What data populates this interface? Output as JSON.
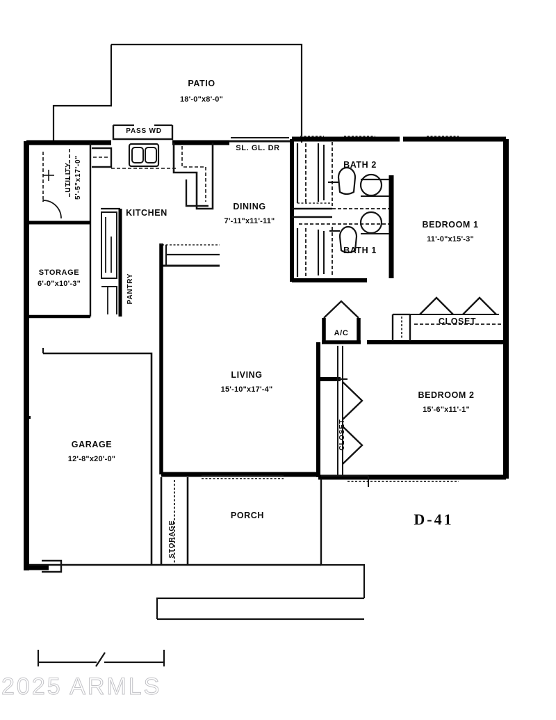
{
  "document": {
    "type": "residential-floor-plan",
    "plan_code": "D-41",
    "watermark": "2025 ARMLS"
  },
  "rooms": {
    "patio": {
      "name": "PATIO",
      "dimensions": "18'-0\"x8'-0\""
    },
    "utility": {
      "name": "UTILITY",
      "dimensions": "5'-5\"x17'-0\""
    },
    "kitchen": {
      "name": "KITCHEN",
      "dimensions": ""
    },
    "pantry": {
      "name": "PANTRY",
      "dimensions": ""
    },
    "storage_left": {
      "name": "STORAGE",
      "dimensions": "6'-0\"x10'-3\""
    },
    "dining": {
      "name": "DINING",
      "dimensions": "7'-11\"x11'-11\""
    },
    "bath2": {
      "name": "BATH 2",
      "dimensions": ""
    },
    "bath1": {
      "name": "BATH 1",
      "dimensions": ""
    },
    "bedroom1": {
      "name": "BEDROOM 1",
      "dimensions": "11'-0\"x15'-3\""
    },
    "bedroom2": {
      "name": "BEDROOM 2",
      "dimensions": "15'-6\"x11'-1\""
    },
    "living": {
      "name": "LIVING",
      "dimensions": "15'-10\"x17'-4\""
    },
    "garage": {
      "name": "GARAGE",
      "dimensions": "12'-8\"x20'-0\""
    },
    "porch": {
      "name": "PORCH",
      "dimensions": ""
    },
    "storage_porch": {
      "name": "STORAGE",
      "dimensions": ""
    },
    "closet_bed1": {
      "name": "CLOSET",
      "dimensions": ""
    },
    "closet_bed2": {
      "name": "CLOSET",
      "dimensions": ""
    },
    "ac": {
      "name": "A/C",
      "dimensions": ""
    }
  },
  "annotations": {
    "pass_wd": "PASS WD",
    "sliding_glass_door": "SL. GL. DR"
  },
  "colors": {
    "wall": "#000000",
    "paper": "#ffffff",
    "text": "#0d0d0d",
    "watermark": "#bfbfc4"
  }
}
